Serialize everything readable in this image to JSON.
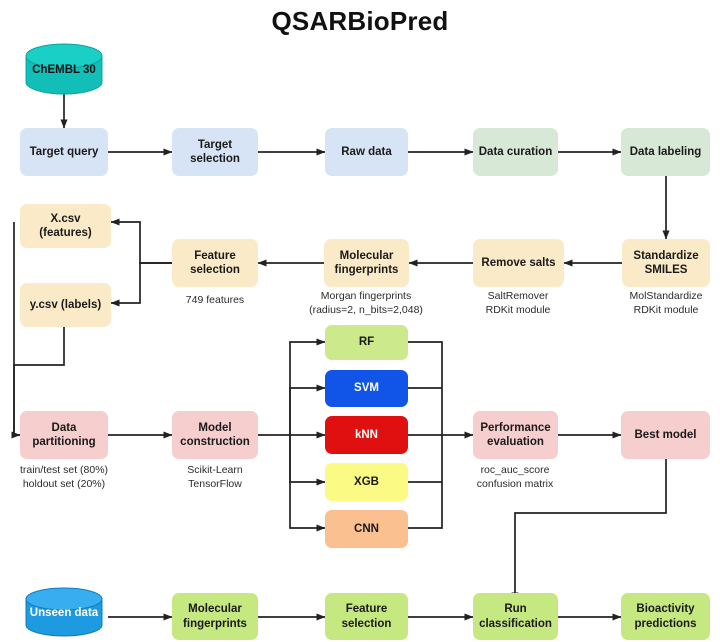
{
  "title": "QSARBioPred",
  "colors": {
    "light_blue": "#D7E4F6",
    "pale_green": "#D7E8D6",
    "cream": "#FBEAC7",
    "pink": "#F7CECE",
    "lime": "#C6E880",
    "rf_green": "#CCE98C",
    "svm_blue": "#1155E8",
    "knn_red": "#E01010",
    "xgb_yellow": "#FAFA84",
    "cnn_peach": "#FAC090",
    "chembl_teal": "#12BFB8",
    "unseen_blue": "#1E9BE0",
    "line": "#222222",
    "text": "#1a1a1a"
  },
  "databases": [
    {
      "id": "chembl",
      "label": "ChEMBL 30",
      "color": "#12BFB8",
      "text_light": false
    },
    {
      "id": "unseen",
      "label": "Unseen data",
      "color": "#1E9BE0",
      "text_light": true
    }
  ],
  "rows": {
    "data_acquisition": [
      {
        "id": "target-query",
        "label": "Target query",
        "color": "#D7E4F6"
      },
      {
        "id": "target-selection",
        "label": "Target\nselection",
        "color": "#D7E4F6"
      },
      {
        "id": "raw-data",
        "label": "Raw data",
        "color": "#D7E4F6"
      },
      {
        "id": "data-curation",
        "label": "Data curation",
        "color": "#D7E8D6"
      },
      {
        "id": "data-labeling",
        "label": "Data labeling",
        "color": "#D7E8D6"
      }
    ],
    "featurization": [
      {
        "id": "x-csv",
        "label": "X.csv\n(features)",
        "color": "#FBEAC7"
      },
      {
        "id": "y-csv",
        "label": "y.csv (labels)",
        "color": "#FBEAC7"
      },
      {
        "id": "feature-selection",
        "label": "Feature\nselection",
        "color": "#FBEAC7"
      },
      {
        "id": "molecular-fingerprints",
        "label": "Molecular\nfingerprints",
        "color": "#FBEAC7"
      },
      {
        "id": "remove-salts",
        "label": "Remove salts",
        "color": "#FBEAC7"
      },
      {
        "id": "standardize-smiles",
        "label": "Standardize\nSMILES",
        "color": "#FBEAC7"
      }
    ],
    "modeling": [
      {
        "id": "data-partitioning",
        "label": "Data\npartitioning",
        "color": "#F7CECE"
      },
      {
        "id": "model-construction",
        "label": "Model\nconstruction",
        "color": "#F7CECE"
      },
      {
        "id": "performance-evaluation",
        "label": "Performance\nevaluation",
        "color": "#F7CECE"
      },
      {
        "id": "best-model",
        "label": "Best model",
        "color": "#F7CECE"
      }
    ],
    "algorithms": [
      {
        "id": "rf",
        "label": "RF",
        "color": "#CCE98C",
        "text_light": false
      },
      {
        "id": "svm",
        "label": "SVM",
        "color": "#1155E8",
        "text_light": true
      },
      {
        "id": "knn",
        "label": "kNN",
        "color": "#E01010",
        "text_light": true
      },
      {
        "id": "xgb",
        "label": "XGB",
        "color": "#FAFA84",
        "text_light": false
      },
      {
        "id": "cnn",
        "label": "CNN",
        "color": "#FAC090",
        "text_light": false
      }
    ],
    "deployment": [
      {
        "id": "deploy-molecular-fingerprints",
        "label": "Molecular\nfingerprints",
        "color": "#C6E880"
      },
      {
        "id": "deploy-feature-selection",
        "label": "Feature\nselection",
        "color": "#C6E880"
      },
      {
        "id": "run-classification",
        "label": "Run\nclassification",
        "color": "#C6E880"
      },
      {
        "id": "bioactivity-predictions",
        "label": "Bioactivity\npredictions",
        "color": "#C6E880"
      }
    ]
  },
  "captions": [
    {
      "id": "caption-feature-selection",
      "text": "749 features"
    },
    {
      "id": "caption-fingerprints",
      "text": "Morgan fingerprints\n(radius=2, n_bits=2,048)"
    },
    {
      "id": "caption-remove-salts",
      "text": "SaltRemover\nRDKit module"
    },
    {
      "id": "caption-standardize",
      "text": "MolStandardize\nRDKit module"
    },
    {
      "id": "caption-partitioning",
      "text": "train/test set (80%)\nholdout set (20%)"
    },
    {
      "id": "caption-model-construction",
      "text": "Scikit-Learn\nTensorFlow"
    },
    {
      "id": "caption-performance",
      "text": "roc_auc_score\nconfusion matrix"
    }
  ]
}
